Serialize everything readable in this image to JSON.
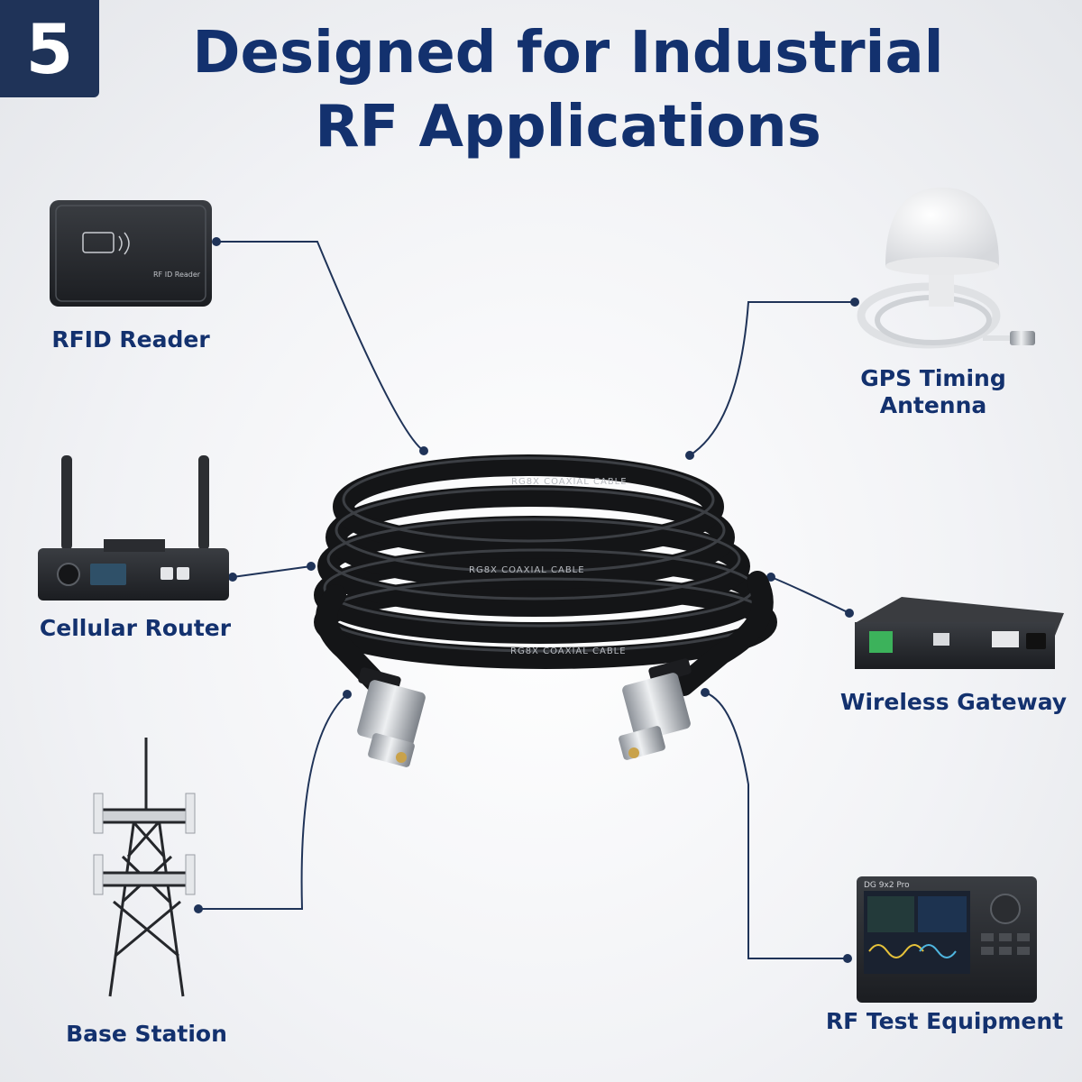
{
  "badge": {
    "number": "5"
  },
  "title": {
    "line1": "Designed for Industrial",
    "line2": "RF Applications"
  },
  "applications": {
    "rfid_reader": "RFID Reader",
    "rfid_device_text": "RF ID Reader",
    "gps_timing_antenna_line1": "GPS Timing",
    "gps_timing_antenna_line2": "Antenna",
    "cellular_router": "Cellular Router",
    "wireless_gateway": "Wireless Gateway",
    "base_station": "Base Station",
    "rf_test_equipment": "RF Test Equipment",
    "test_equipment_brand": "DG 9x2 Pro"
  },
  "cable": {
    "print_text": "RG8X COAXIAL CABLE"
  },
  "colors": {
    "brand_navy": "#13316e",
    "badge_bg": "#1f3358",
    "connector_line": "#1f3358"
  }
}
